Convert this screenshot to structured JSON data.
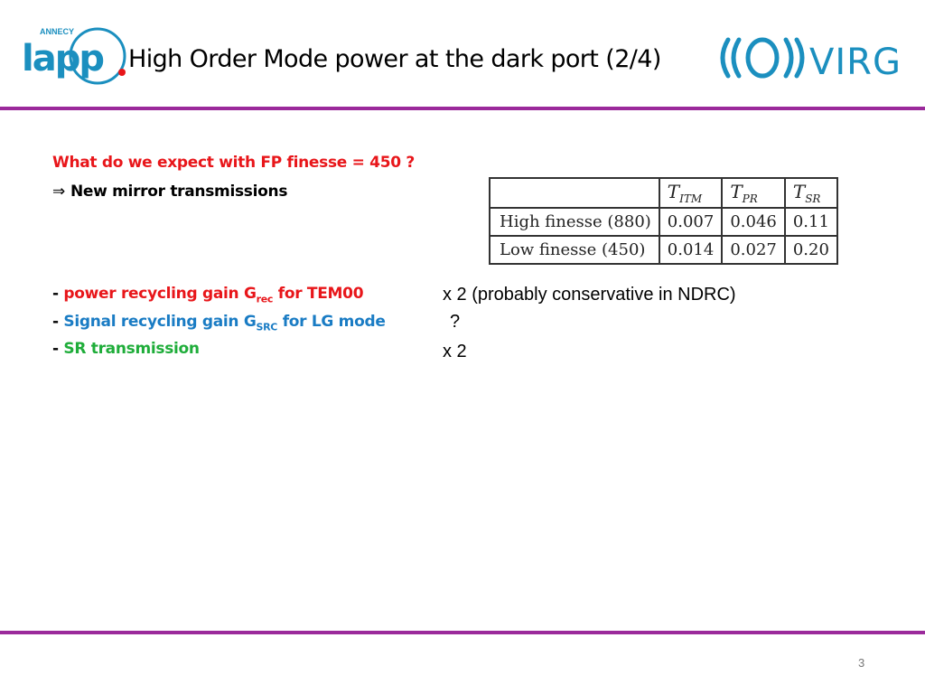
{
  "header": {
    "title": "High Order Mode power at the dark port (2/4)",
    "lapp_logo": {
      "small_text": "ANNECY",
      "word": "lapp",
      "color": "#1b8fbf"
    },
    "virgo_logo": {
      "word": "VIRGO",
      "color": "#1b8fbf"
    },
    "rule_color": "#9b2a9b"
  },
  "content": {
    "question": "What do we expect with FP finesse = 450 ?",
    "implies_symbol": "⇒",
    "new_transmissions": "New mirror transmissions",
    "table": {
      "columns": [
        "T",
        "T",
        "T"
      ],
      "column_subscripts": [
        "ITM",
        "PR",
        "SR"
      ],
      "rows": [
        {
          "label": "High finesse (880)",
          "values": [
            "0.007",
            "0.046",
            "0.11"
          ]
        },
        {
          "label": "Low finesse (450)",
          "values": [
            "0.014",
            "0.027",
            "0.20"
          ]
        }
      ]
    },
    "items": [
      {
        "dash": "-",
        "text": "power recycling gain G",
        "sub": "rec",
        "suffix": " for TEM00",
        "color": "#e8161a",
        "value": "x 2 (probably conservative in NDRC)"
      },
      {
        "dash": "-",
        "text": "Signal recycling gain G",
        "sub": "SRC",
        "suffix": " for LG mode",
        "color": "#1a7cc4",
        "value": "?"
      },
      {
        "dash": "-",
        "text": "SR transmission",
        "sub": "",
        "suffix": "",
        "color": "#1fad3a",
        "value": "x 2"
      }
    ]
  },
  "footer": {
    "page_number": "3"
  }
}
